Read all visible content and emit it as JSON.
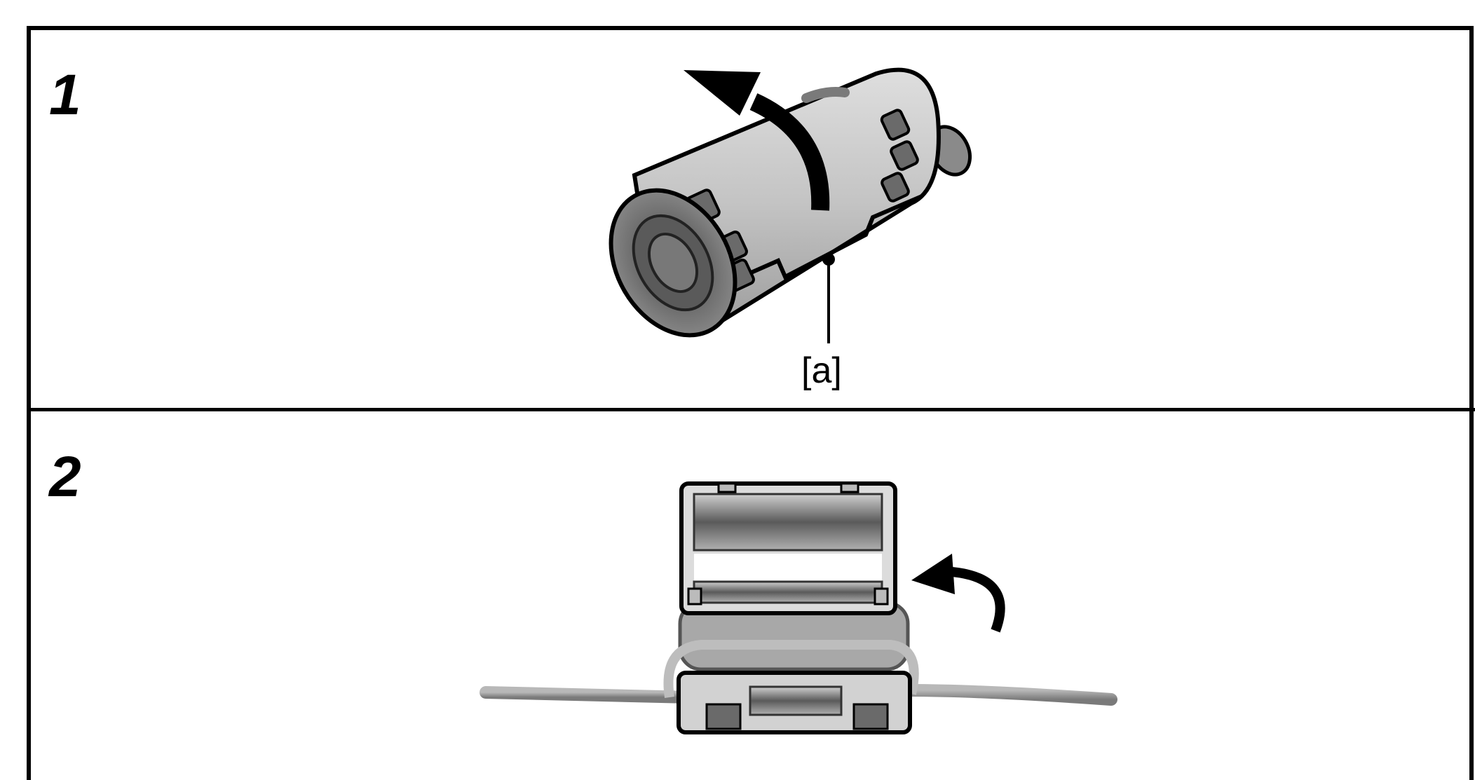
{
  "steps": [
    {
      "number": "1",
      "callout_label": "[a]"
    },
    {
      "number": "2"
    }
  ],
  "colors": {
    "border": "#000000",
    "core_light": "#c8c8c8",
    "core_mid": "#8a8a8a",
    "core_dark": "#3a3a3a",
    "cable": "#9a9a9a"
  },
  "icons": [
    "rotate-arrow-icon",
    "ferrite-core-closed",
    "ferrite-core-open",
    "curved-arrow-icon",
    "cable"
  ]
}
